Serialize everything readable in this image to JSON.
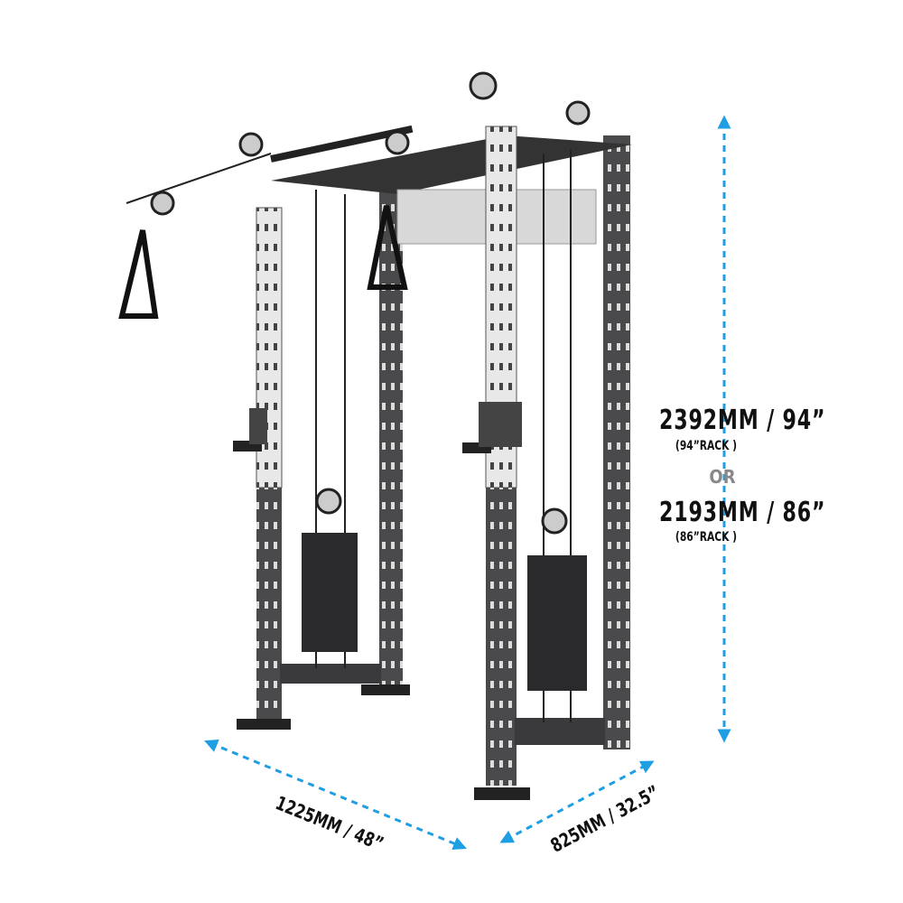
{
  "height": {
    "primary": "2392MM / 94”",
    "primary_note": "(94”RACK )",
    "separator": "OR",
    "secondary": "2193MM / 86”",
    "secondary_note": "(86”RACK )"
  },
  "width_label": "1225MM / 48”",
  "depth_label": "825MM / 32.5”",
  "colors": {
    "arrow": "#1e9fe4",
    "frame": "#3a3a3c",
    "text": "#111111"
  }
}
